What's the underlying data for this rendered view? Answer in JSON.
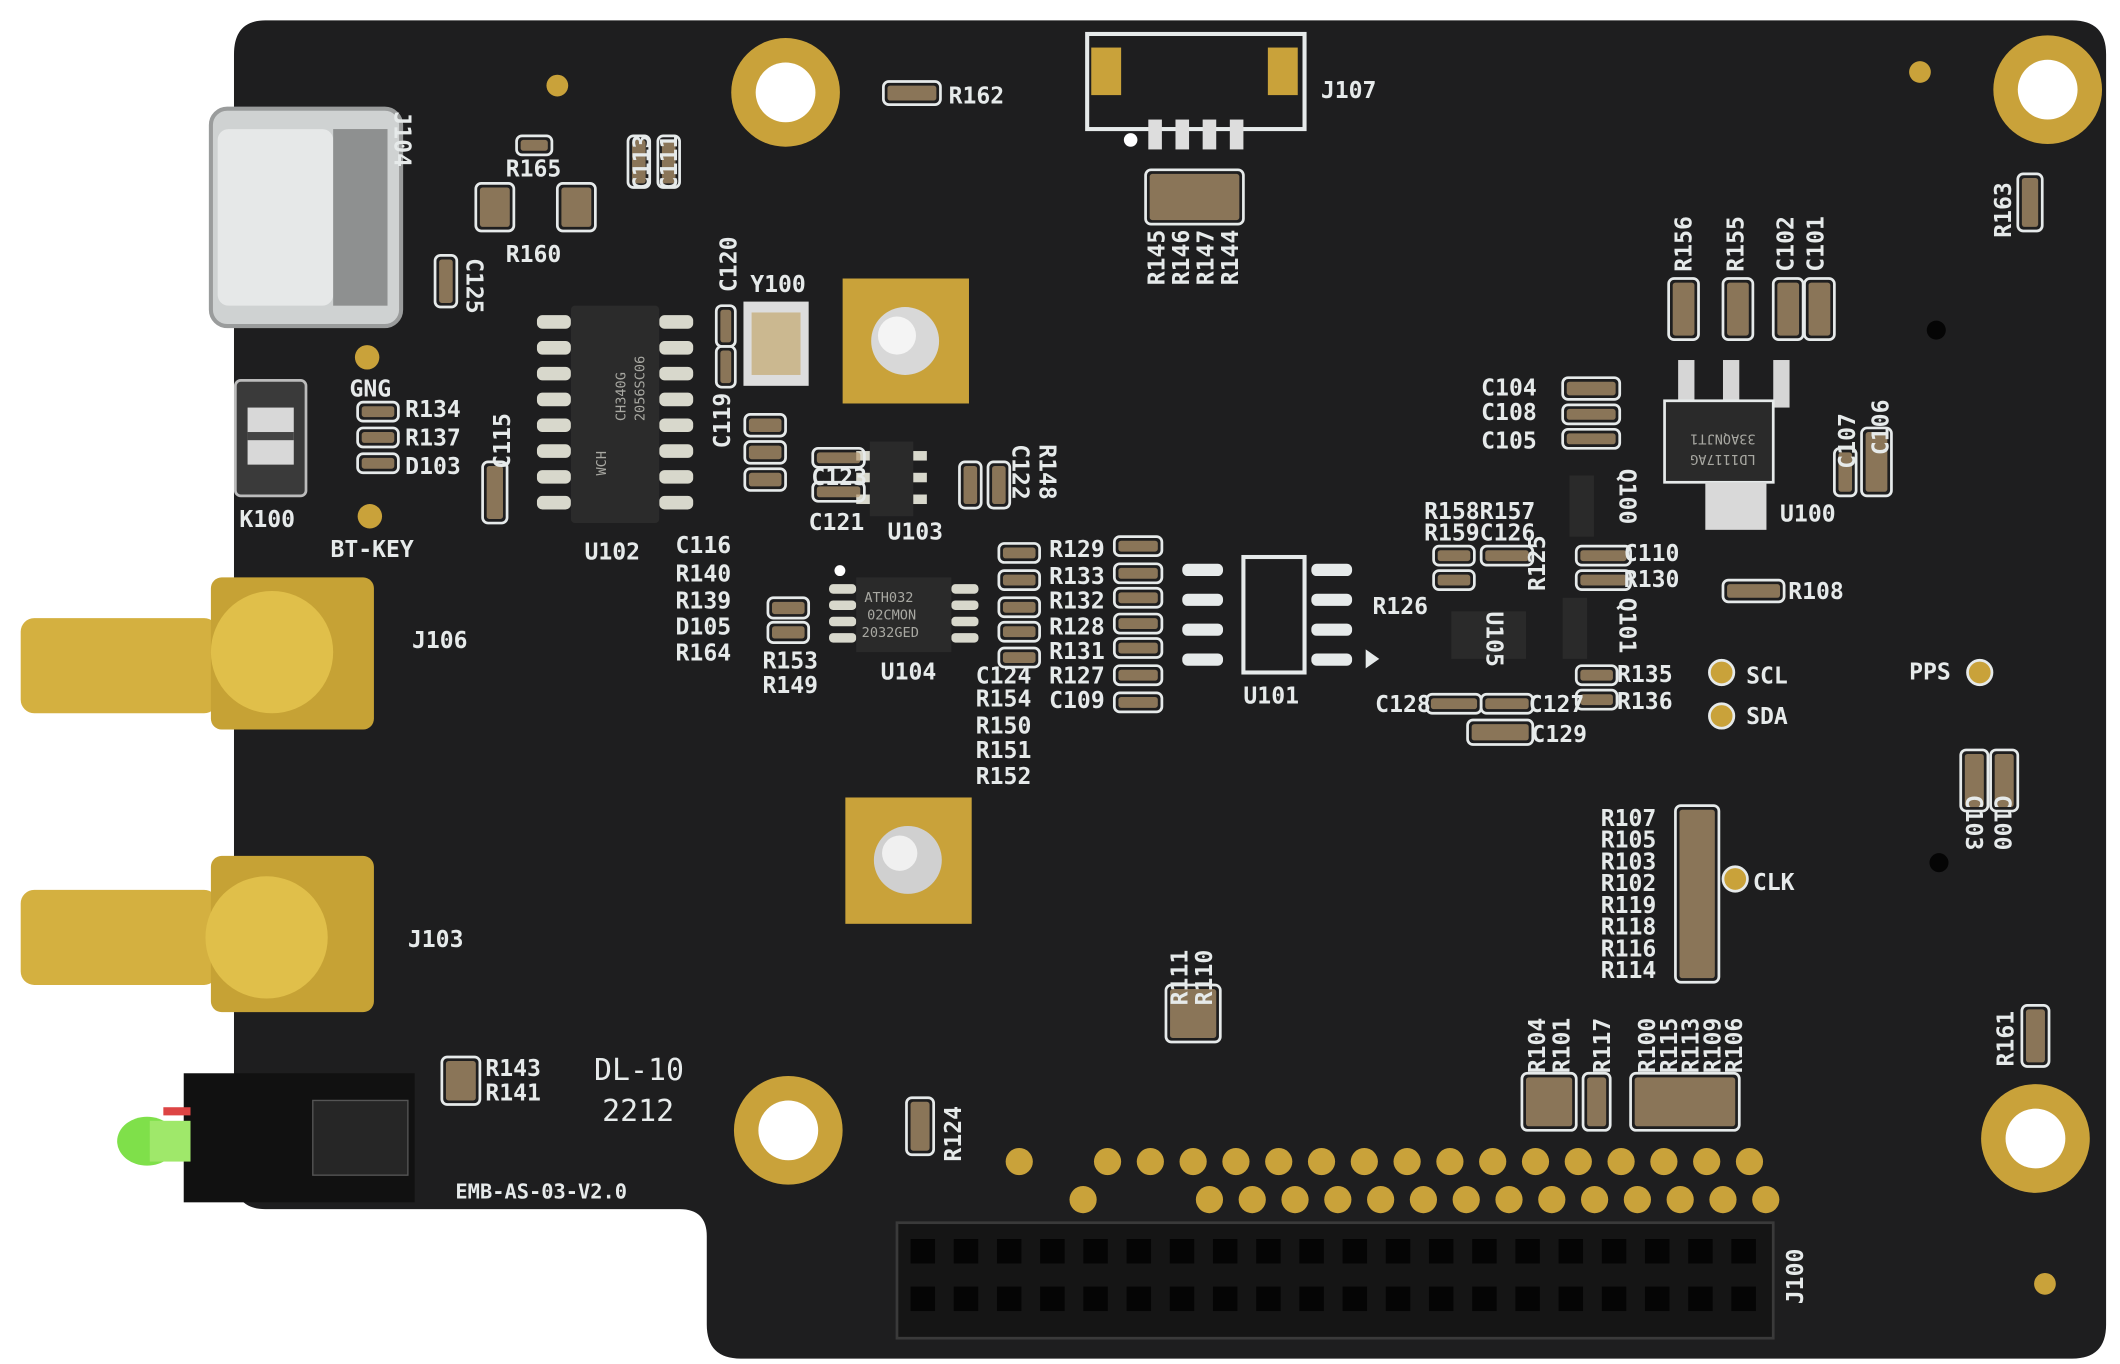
{
  "board": {
    "name": "EMB-AS-03-V2.0",
    "marking_line1": "DL-10",
    "marking_line2": "2212",
    "colors": {
      "solder_mask": "#1e1e1f",
      "silkscreen": "#e6eaea",
      "gold": "#c9a23a",
      "connector_gold": "#d4b040",
      "led": "#7fe04a"
    }
  },
  "chips": {
    "u102": {
      "line1": "CH340G",
      "line2": "2056SC06",
      "logo": "WCH"
    },
    "u104": {
      "line1": "ATH032",
      "line2": "02CMON",
      "line3": "2032GED"
    },
    "u100": {
      "line1": "LD1117AG",
      "line2": "33AQNJT1"
    }
  },
  "silkscreen": [
    "R162",
    "J107",
    "J104",
    "C113",
    "C111",
    "R165",
    "R160",
    "C125",
    "C120",
    "Y100",
    "C119",
    "GNG",
    "R134",
    "R137",
    "D103",
    "C115",
    "K100",
    "BT-KEY",
    "U102",
    "C116",
    "R140",
    "R139",
    "D105",
    "R164",
    "R153",
    "R149",
    "U104",
    "C123",
    "C121",
    "U103",
    "C122",
    "R148",
    "R129",
    "R133",
    "R132",
    "R128",
    "R131",
    "R127",
    "C124",
    "R154",
    "C109",
    "R150",
    "R151",
    "R152",
    "U101",
    "R145",
    "R146",
    "R147",
    "R144",
    "R158R157",
    "R159C126",
    "R126",
    "R125",
    "Q100",
    "C110",
    "R130",
    "Q101",
    "U105",
    "R135",
    "R136",
    "C128",
    "C127",
    "C129",
    "SCL",
    "SDA",
    "PPS",
    "R108",
    "C104",
    "C108",
    "C105",
    "U100",
    "C107",
    "C106",
    "R156",
    "R155",
    "C102",
    "C101",
    "R163",
    "C103",
    "C100",
    "CLK",
    "R107",
    "R105",
    "R103",
    "R102",
    "R119",
    "R118",
    "R116",
    "R114",
    "R111",
    "R110",
    "R104",
    "R101",
    "R117",
    "R100",
    "R115",
    "R113",
    "R109",
    "R106",
    "R124",
    "R161",
    "R143",
    "R141",
    "J106",
    "J103",
    "J100"
  ]
}
